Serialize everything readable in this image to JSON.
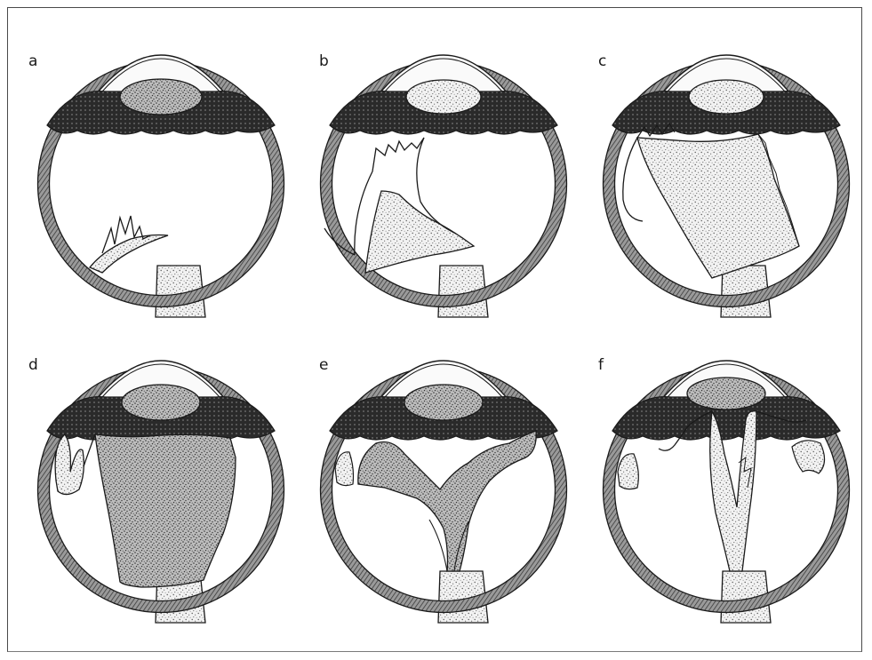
{
  "panels": [
    {
      "label": "a"
    },
    {
      "label": "b"
    },
    {
      "label": "c"
    },
    {
      "label": "d"
    },
    {
      "label": "e"
    },
    {
      "label": "f"
    }
  ],
  "colors": {
    "ink": "#1a1a1a",
    "wall_fill": "#7c7c7c",
    "ciliary_dark": "#2c2c2c",
    "lens_fill": "#a9a9a9",
    "membrane_fill": "#bdbdbd",
    "background": "#ffffff"
  }
}
